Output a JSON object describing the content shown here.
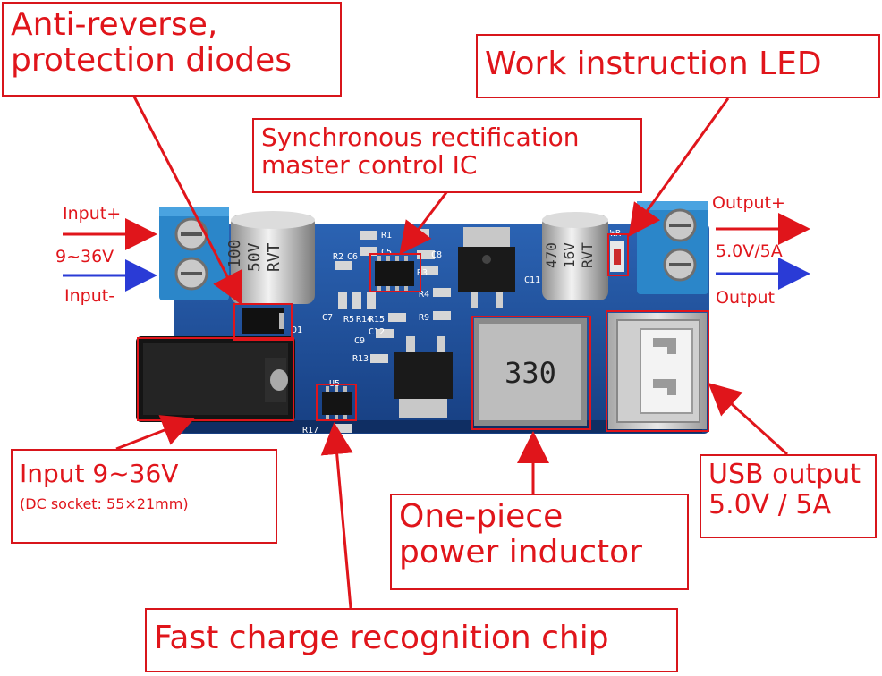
{
  "labels": {
    "anti_reverse": [
      "Anti-reverse,",
      "protection diodes"
    ],
    "sync_ic": [
      "Synchronous rectification",
      "master control IC"
    ],
    "work_led": "Work instruction LED",
    "input_socket": [
      "Input 9~36V",
      "(DC socket: 55×21mm)"
    ],
    "inductor": [
      "One-piece",
      "power inductor"
    ],
    "usb_output": [
      "USB output",
      "5.0V / 5A"
    ],
    "fast_charge": "Fast charge recognition chip"
  },
  "side_text": {
    "input_plus": "Input+",
    "input_voltage": "9~36V",
    "input_minus": "Input-",
    "output_plus": "Output+",
    "output_voltage": "5.0V/5A",
    "output_minus": "Output"
  },
  "board_text": {
    "cap_left": [
      "100",
      "50V",
      "RVT"
    ],
    "cap_right": [
      "470",
      "16V",
      "RVT"
    ],
    "inductor_value": "330",
    "silk": [
      "R1",
      "C5",
      "C8",
      "R2",
      "C6",
      "R3",
      "R4",
      "R9",
      "R5",
      "R14",
      "R15",
      "C9",
      "C12",
      "R13",
      "C7",
      "D1",
      "U5",
      "R17",
      "C11",
      "WR"
    ]
  },
  "colors": {
    "annotation_red": "#e0151b",
    "arrow_blue": "#2a3bd6",
    "pcb_blue": "#1d4f9c",
    "terminal_blue": "#2b86c9"
  }
}
